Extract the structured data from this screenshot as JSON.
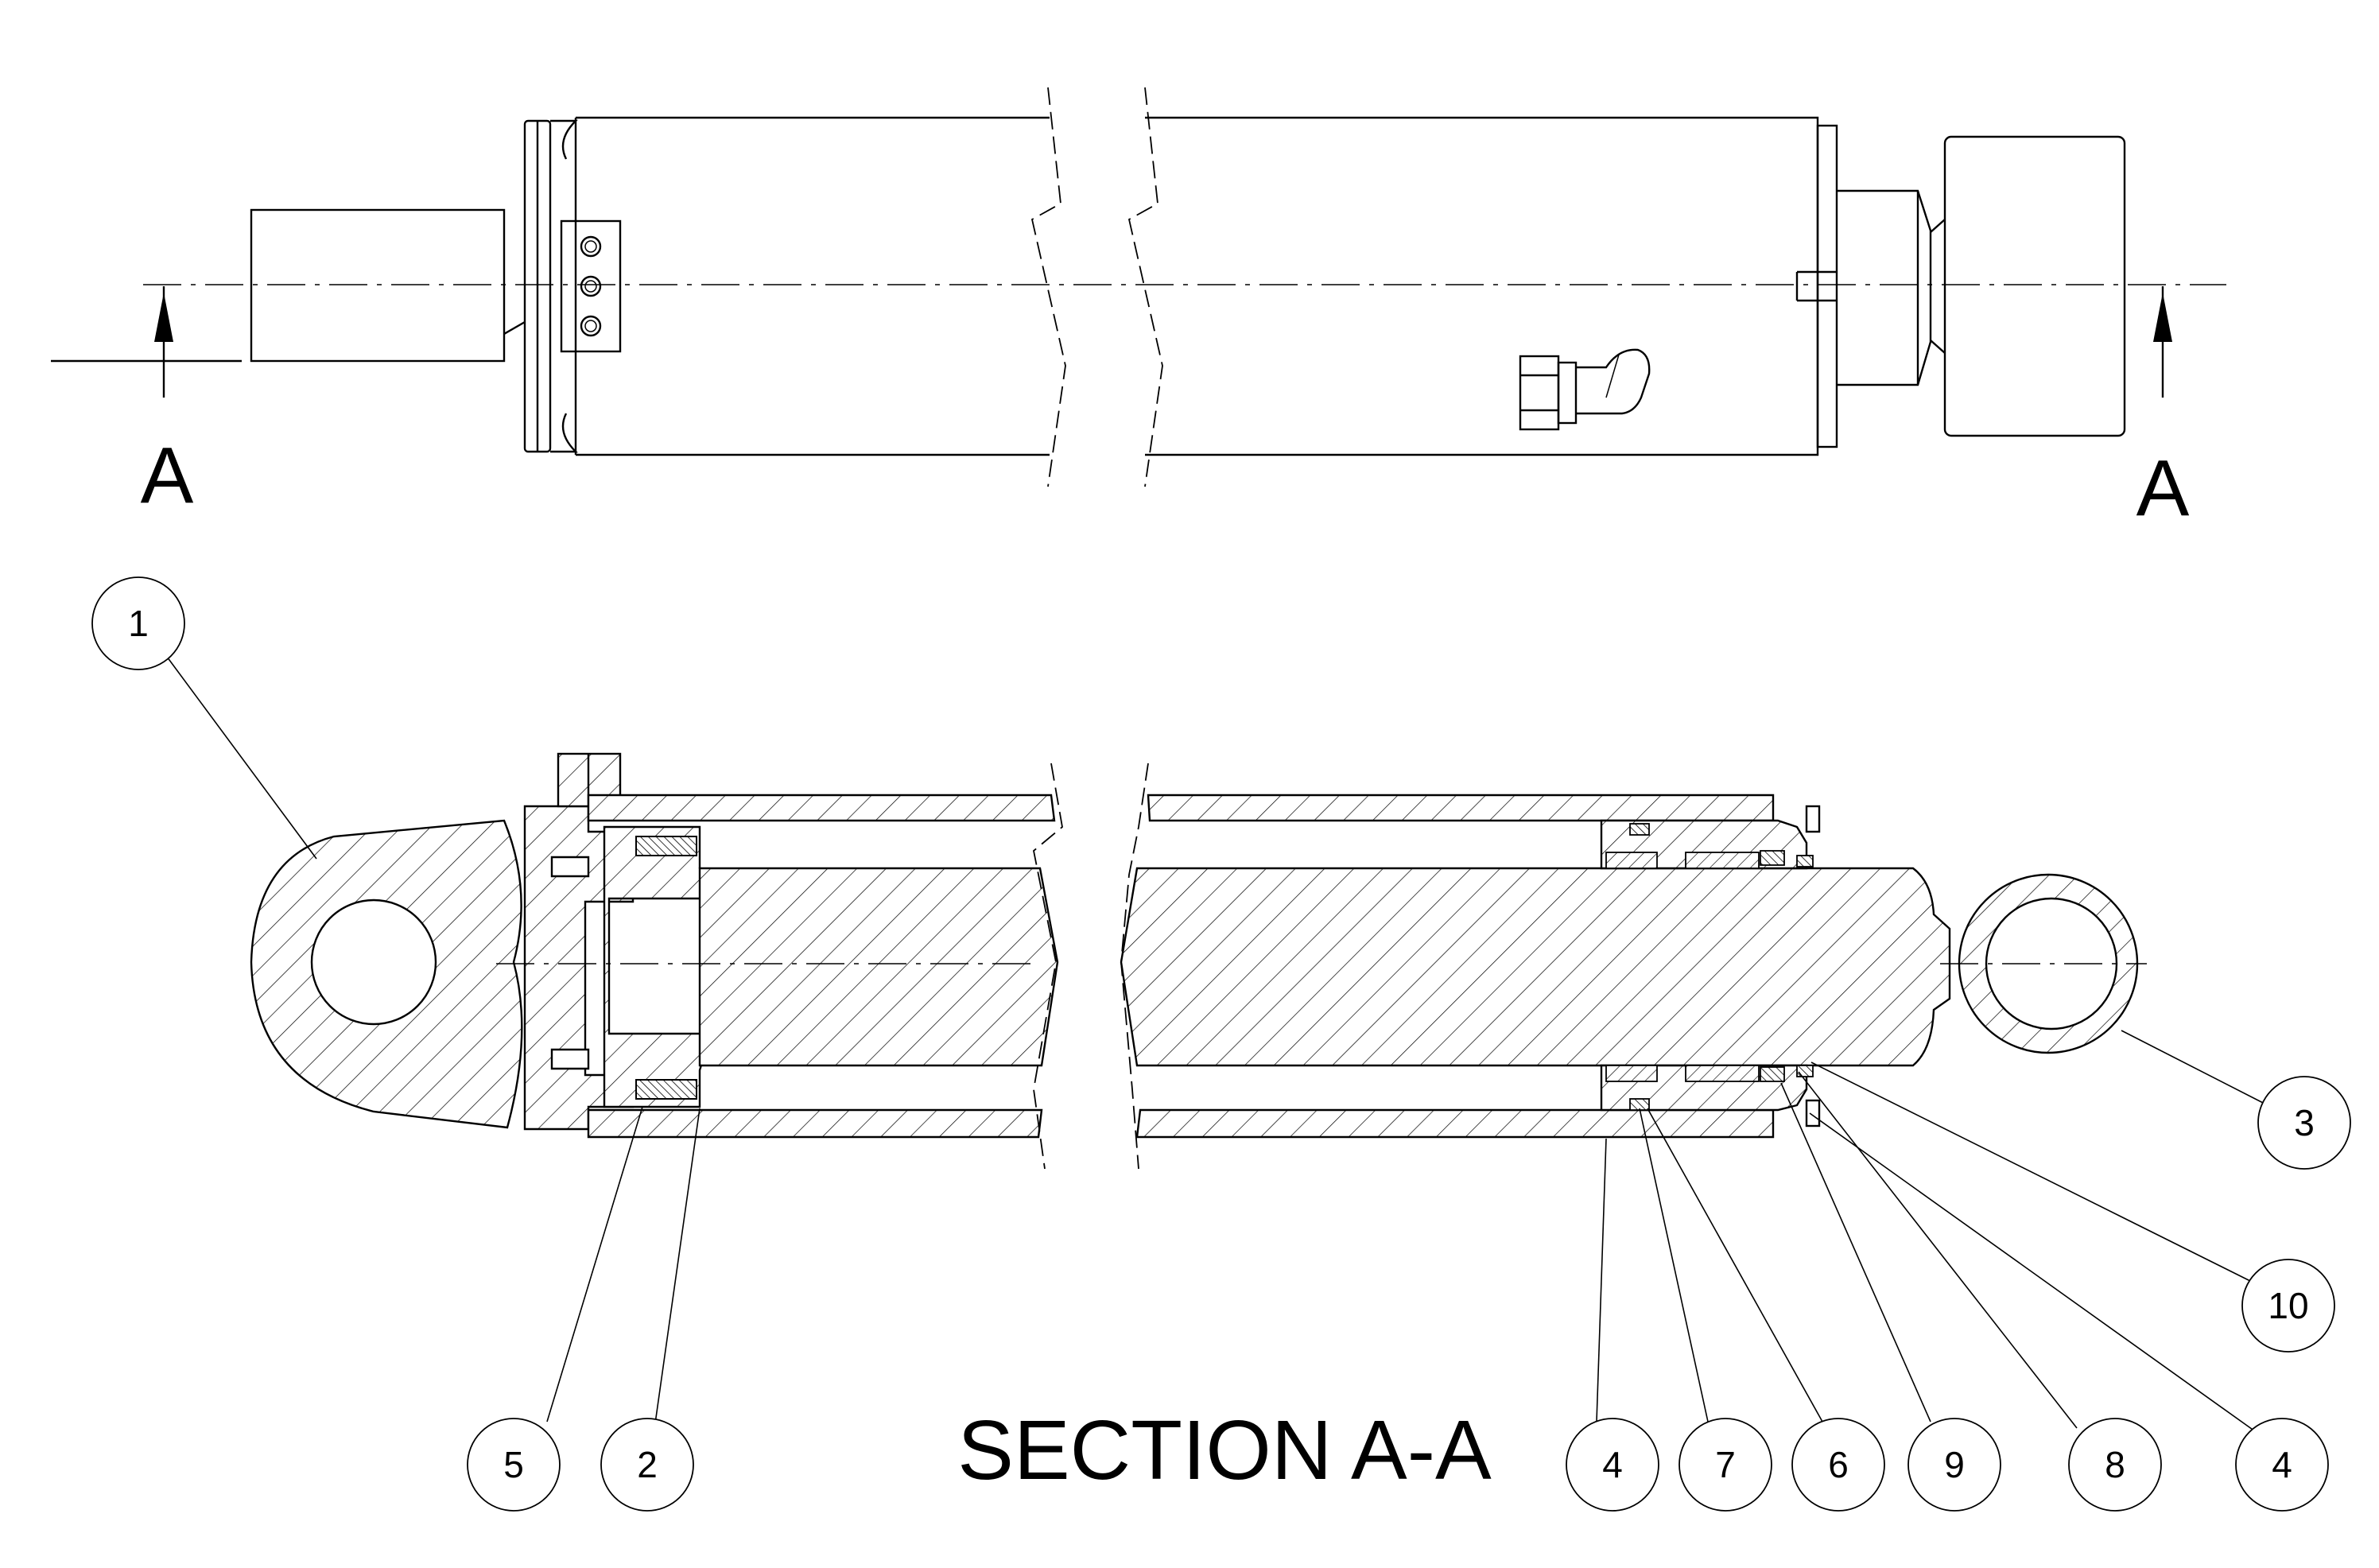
{
  "view_labels": {
    "left": "A",
    "right": "A"
  },
  "title": "SECTION A-A",
  "balloons": [
    {
      "id": "1"
    },
    {
      "id": "3"
    },
    {
      "id": "10"
    },
    {
      "id": "5"
    },
    {
      "id": "2"
    },
    {
      "id": "4"
    },
    {
      "id": "7"
    },
    {
      "id": "6"
    },
    {
      "id": "9"
    },
    {
      "id": "8"
    },
    {
      "id": "4"
    }
  ]
}
